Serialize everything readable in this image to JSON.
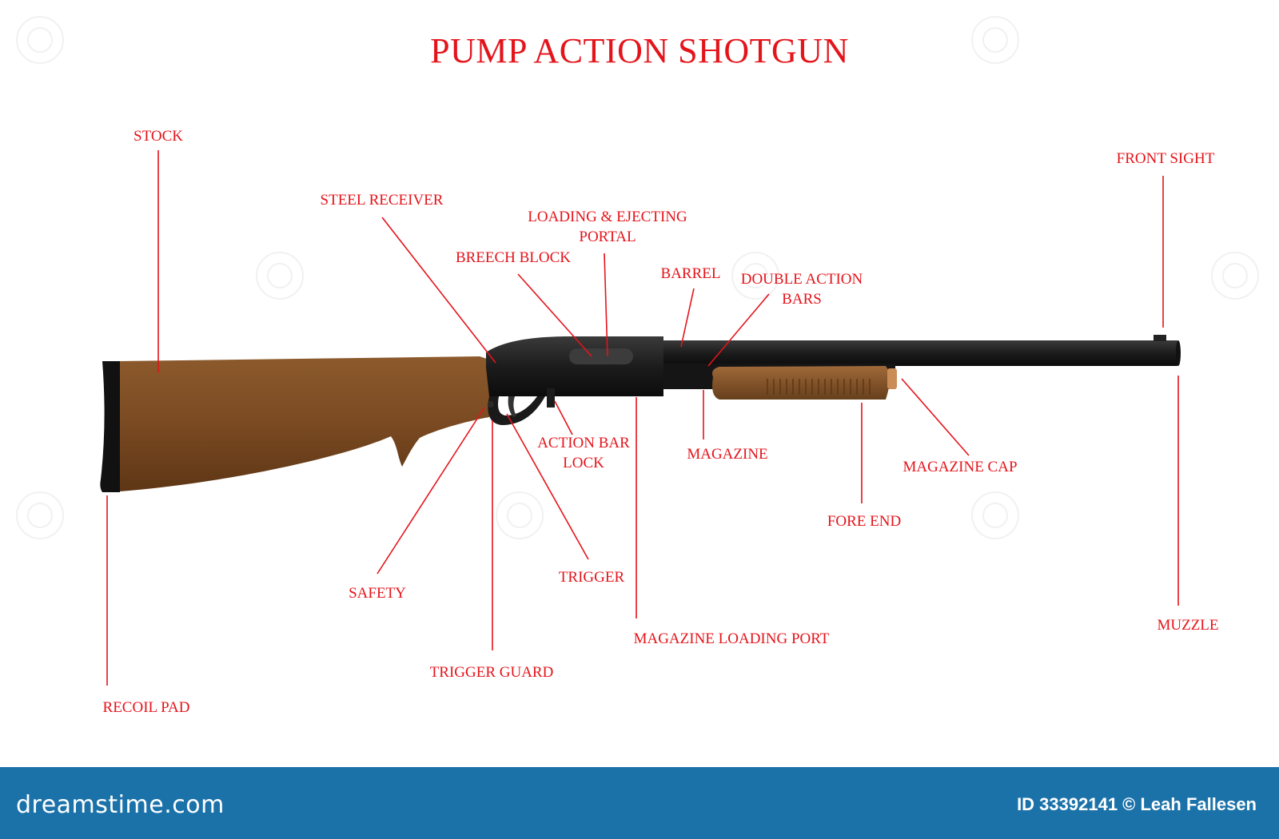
{
  "title": "PUMP ACTION SHOTGUN",
  "labels": {
    "stock": "STOCK",
    "steel_receiver": "STEEL RECEIVER",
    "loading_ejecting_1": "LOADING & EJECTING",
    "loading_ejecting_2": "PORTAL",
    "breech_block": "BREECH BLOCK",
    "barrel": "BARREL",
    "double_action_1": "DOUBLE ACTION",
    "double_action_2": "BARS",
    "front_sight": "FRONT SIGHT",
    "action_bar_lock_1": "ACTION BAR",
    "action_bar_lock_2": "LOCK",
    "magazine": "MAGAZINE",
    "magazine_cap": "MAGAZINE CAP",
    "fore_end": "FORE END",
    "trigger": "TRIGGER",
    "safety": "SAFETY",
    "magazine_loading_port": "MAGAZINE LOADING PORT",
    "muzzle": "MUZZLE",
    "trigger_guard": "TRIGGER GUARD",
    "recoil_pad": "RECOIL PAD"
  },
  "colors": {
    "label_red": "#e4141b",
    "wood": "#7a4a22",
    "metal": "#1c1c1c",
    "footer_blue": "#1b72a9"
  },
  "footer": {
    "brand": "dreamstime.com",
    "credit": "ID 33392141 © Leah Fallesen"
  }
}
